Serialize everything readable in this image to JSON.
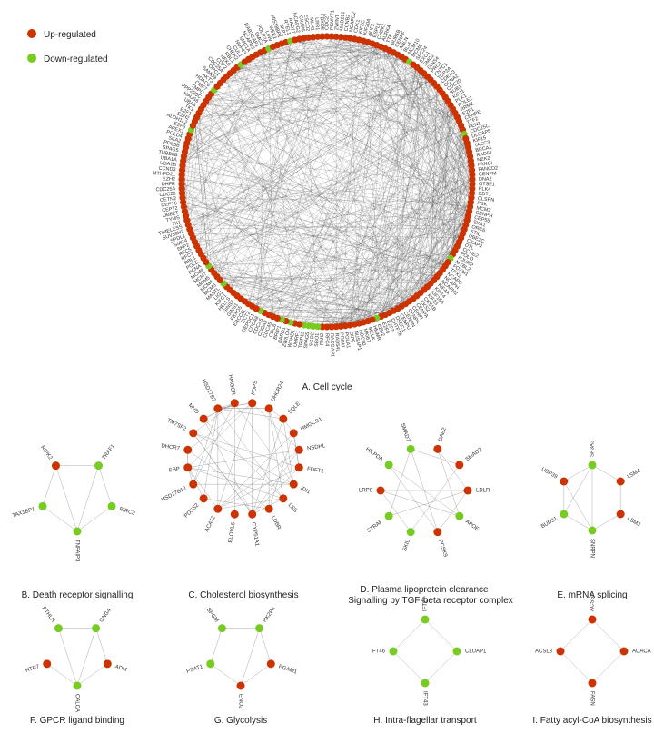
{
  "legend": {
    "up_label": "Up-regulated",
    "down_label": "Down-regulated",
    "up_color": "#cc3300",
    "down_color": "#77cc22"
  },
  "networks": [
    {
      "id": "A",
      "caption": "A. Cell cycle",
      "genes": [
        "CDC27",
        "PKMYT1",
        "ZWINT",
        "MAD2L1",
        "CCNB2",
        "NCAPD2",
        "CDK1",
        "KIF2C",
        "KIF20A",
        "NUF2",
        "ESPL1",
        "CHEK1",
        "AURKA",
        "TTK",
        "BUB1B",
        "CENPF",
        "ANLN",
        "BLM",
        "MCM10",
        "MCM6",
        "SPC24",
        "EXO1",
        "SMC2",
        "GINS4",
        "PRC1",
        "KNTC1",
        "TOP2A",
        "CDKN3",
        "CCNA2",
        "CDC20",
        "BUB1",
        "KIF11",
        "PLK1",
        "POLE2",
        "RRM2",
        "E2F1",
        "CENPE",
        "TTF2",
        "FEN1",
        "CDC25C",
        "DLGAP5",
        "KIF15",
        "TACC3",
        "BRCA1",
        "RAD51",
        "NEK2",
        "FANCI",
        "FANCD2",
        "CENPM",
        "DNA2",
        "GTSE1",
        "PLK4",
        "CDT1",
        "CLSPN",
        "PBK",
        "MCM2",
        "CENPH",
        "CEP55",
        "SKA1",
        "ORC6",
        "STIL",
        "UBE2C",
        "CKAP2",
        "DTL",
        "CCNE2",
        "POLQ",
        "HJURP",
        "MYBL2",
        "FOXM1",
        "TPX2",
        "NCAPG",
        "NCAPH",
        "NCAPH2",
        "KIF4A",
        "KIF14",
        "KIF18A",
        "KIF23",
        "CKS1B",
        "CKS2",
        "CENPA",
        "CENPI",
        "CENPK",
        "CENPN",
        "CENPU",
        "DSCC1",
        "CHTF18",
        "E2F2",
        "E2F8",
        "EZH2",
        "HMMR",
        "MELK",
        "MKI67",
        "NDC80",
        "NUSAP1",
        "OIP5",
        "POLA1",
        "PRIM1",
        "RAD54L",
        "RACGAP1",
        "RFC4",
        "RMI2",
        "SGO1",
        "SGO2",
        "SPAG5",
        "TRIP13",
        "UHRF1",
        "WDHD1",
        "ZWILCH",
        "BARD1",
        "BRIP1",
        "CDC6",
        "CDC45",
        "CDCA3",
        "CDCA5",
        "CDCA8",
        "DEPDC1",
        "ECT2",
        "ERCC6L",
        "FBXO5",
        "GINS1",
        "GINS2",
        "HELLS",
        "KIFC1",
        "LIG1",
        "MASTL",
        "MCM3",
        "MCM4",
        "MCM5",
        "MCM7",
        "MCM8",
        "PCNA",
        "POLE",
        "RBL1",
        "RFC3",
        "RFC5",
        "SKP2",
        "SMC4",
        "SPDL1",
        "SUV39H2",
        "TIMELESS",
        "TK1",
        "TYMS",
        "UBE2T",
        "CEP72",
        "CEP76",
        "CETN2",
        "CDC26",
        "CDC25A",
        "DHFR",
        "EZH2",
        "MTHFD2L",
        "CCND3",
        "UBA1B",
        "UBA1A",
        "TUBB6B",
        "SPAG5",
        "PDS5B",
        "SKA2",
        "POLD4",
        "APEX1",
        "E2F6",
        "ALDH1L2",
        "EZH2",
        "E2F1",
        "TK1",
        "UBA6",
        "HAUS6",
        "PPP2R5C",
        "TMPO",
        "CMF7",
        "HDAC6",
        "AKT3",
        "SAMD9",
        "ORC1",
        "CDC25A",
        "CDK2",
        "NEK6",
        "RBL1",
        "CHEK2",
        "CUL1",
        "NUP43",
        "SMC1A",
        "NCAPD3",
        "RAB3GAP1",
        "SMC3",
        "POLR2A",
        "LIN9",
        "WEE1",
        "MIS18BP1",
        "SKP1",
        "RTEL1",
        "RAD17",
        "NCAPG2",
        "CKAP5",
        "ESCO2",
        "MLH1",
        "LRR1",
        "FBXO5"
      ],
      "down_indices": [
        19,
        39,
        67,
        88,
        101,
        102,
        103,
        104,
        107,
        109,
        114,
        124,
        129,
        160,
        170,
        178,
        185,
        190
      ]
    },
    {
      "id": "B",
      "caption": "B. Death receptor signalling",
      "genes": [
        "RIPK2",
        "TRAF1",
        "BIRC3",
        "TNFAIP3",
        "TAX1BP1"
      ],
      "states": [
        "up",
        "down",
        "down",
        "down",
        "down"
      ]
    },
    {
      "id": "C",
      "caption": "C. Cholesterol biosynthesis",
      "genes": [
        "HMGCR",
        "FDPS",
        "DHCR24",
        "SQLE",
        "HMGCS1",
        "NSDHL",
        "FDFT1",
        "IDI1",
        "LSS",
        "LDBR",
        "CYP51A1",
        "ELOVL6",
        "ACAT2",
        "PDSS2",
        "HSD17B12",
        "EBP",
        "DHCR7",
        "TM7SF2",
        "MVD",
        "HSD17B7"
      ],
      "states": [
        "up",
        "up",
        "up",
        "up",
        "up",
        "up",
        "up",
        "up",
        "up",
        "up",
        "up",
        "up",
        "up",
        "up",
        "up",
        "up",
        "up",
        "up",
        "up",
        "up"
      ]
    },
    {
      "id": "D",
      "caption": "D. Plasma lipoprotein clearance",
      "caption2": "Signalling by TGF-beta receptor complex",
      "genes": [
        "SMAD7",
        "DAB2",
        "SMAD2",
        "LDLR",
        "APOE",
        "PCSK9",
        "SKIL",
        "STRAP",
        "LRP8",
        "HILPDA"
      ],
      "states": [
        "down",
        "up",
        "up",
        "up",
        "down",
        "up",
        "down",
        "down",
        "up",
        "down"
      ]
    },
    {
      "id": "E",
      "caption": "E. mRNA splicing",
      "genes": [
        "SF3A3",
        "LSM4",
        "LSM3",
        "SNRPN",
        "BUD31",
        "USP39"
      ],
      "states": [
        "down",
        "up",
        "up",
        "down",
        "down",
        "up"
      ]
    },
    {
      "id": "F",
      "caption": "F. GPCR ligand binding",
      "genes": [
        "PTHLH",
        "GNG4",
        "ADM",
        "CALCA",
        "HTR7"
      ],
      "states": [
        "down",
        "down",
        "up",
        "down",
        "up"
      ]
    },
    {
      "id": "G",
      "caption": "G. Glycolysis",
      "genes": [
        "BPGM",
        "HK2P4",
        "PGAM1",
        "ENO2",
        "PSAT1"
      ],
      "states": [
        "down",
        "down",
        "up",
        "up",
        "down"
      ]
    },
    {
      "id": "H",
      "caption": "H. Intra-flagellar transport",
      "genes": [
        "IFT27",
        "CLUAP1",
        "IFT43",
        "IFT46"
      ],
      "states": [
        "down",
        "down",
        "down",
        "down"
      ]
    },
    {
      "id": "I",
      "caption": "I. Fatty acyl-CoA biosynthesis",
      "genes": [
        "ACSS2",
        "ACACA",
        "FASN",
        "ACSL3"
      ],
      "states": [
        "up",
        "up",
        "up",
        "up"
      ]
    }
  ]
}
